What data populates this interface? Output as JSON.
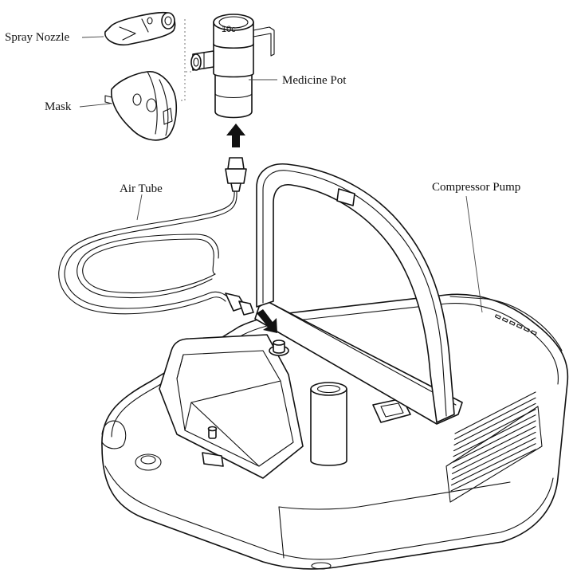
{
  "labels": {
    "spray_nozzle": "Spray Nozzle",
    "mask": "Mask",
    "medicine_pot": "Medicine Pot",
    "air_tube": "Air Tube",
    "compressor_pump": "Compressor Pump"
  },
  "medicine_pot": {
    "scale_marking": "10c"
  },
  "colors": {
    "line": "#111111",
    "background": "#ffffff"
  }
}
